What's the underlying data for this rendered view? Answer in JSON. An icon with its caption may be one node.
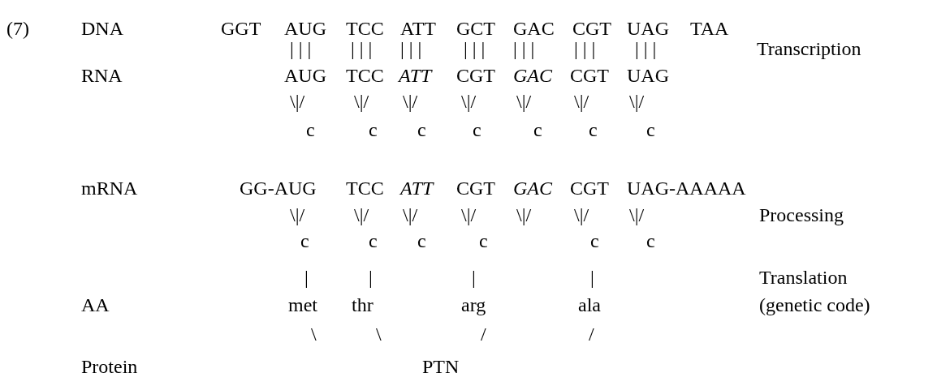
{
  "diagram": {
    "labels": [
      "(7)",
      "DNA",
      "GGT",
      "AUG",
      "TCC",
      "ATT",
      "GCT",
      "GAC",
      "CGT",
      "UAG",
      "TAA",
      "| | |",
      "| | |",
      "| | |",
      "| | |",
      "| | |",
      "| | |",
      "| | |",
      "Transcription",
      "RNA",
      "AUG",
      "TCC",
      "ATT",
      "CGT",
      "GAC",
      "CGT",
      "UAG",
      "\\|/",
      "\\|/",
      "\\|/",
      "\\|/",
      "\\|/",
      "\\|/",
      "\\|/",
      "c",
      "c",
      "c",
      "c",
      "c",
      "c",
      "c",
      "mRNA",
      "GG-AUG",
      "TCC",
      "ATT",
      "CGT",
      "GAC",
      "CGT",
      "UAG-AAAAA",
      "\\|/",
      "\\|/",
      "\\|/",
      "\\|/",
      "\\|/",
      "\\|/",
      "\\|/",
      "Processing",
      "c",
      "c",
      "c",
      "c",
      "c",
      "c",
      "|",
      "|",
      "|",
      "|",
      "Translation",
      "AA",
      "met",
      "thr",
      "arg",
      "ala",
      "(genetic code)",
      "\\",
      "\\",
      "/",
      "/",
      "Protein",
      "PTN"
    ]
  }
}
